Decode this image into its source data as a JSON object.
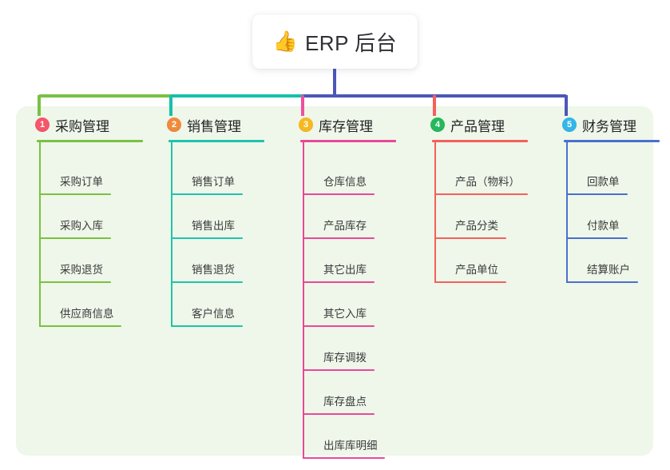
{
  "root": {
    "icon": "thumbs-up-icon",
    "icon_glyph": "👍",
    "title": "ERP 后台",
    "trunk_color": "#4b57b8"
  },
  "panel": {
    "background": "#eef7e9"
  },
  "columns": [
    {
      "number": "1",
      "title": "采购管理",
      "color": "#7ac143",
      "badge_color": "#f4566a",
      "connector_color": "#7ac143",
      "header_rule_width": 133,
      "items": [
        {
          "label": "采购订单",
          "rule_width": 90
        },
        {
          "label": "采购入库",
          "rule_width": 90
        },
        {
          "label": "采购退货",
          "rule_width": 90
        },
        {
          "label": "供应商信息",
          "rule_width": 103
        }
      ]
    },
    {
      "number": "2",
      "title": "销售管理",
      "color": "#1fc3ae",
      "badge_color": "#f08a3c",
      "connector_color": "#15c1ab",
      "header_rule_width": 120,
      "items": [
        {
          "label": "销售订单",
          "rule_width": 90
        },
        {
          "label": "销售出库",
          "rule_width": 90
        },
        {
          "label": "销售退货",
          "rule_width": 90
        },
        {
          "label": "客户信息",
          "rule_width": 90
        }
      ]
    },
    {
      "number": "3",
      "title": "库存管理",
      "color": "#e8489a",
      "badge_color": "#f7b820",
      "connector_color": "#ef4fa0",
      "header_rule_width": 120,
      "items": [
        {
          "label": "仓库信息",
          "rule_width": 90
        },
        {
          "label": "产品库存",
          "rule_width": 90
        },
        {
          "label": "其它出库",
          "rule_width": 90
        },
        {
          "label": "其它入库",
          "rule_width": 90
        },
        {
          "label": "库存调拨",
          "rule_width": 90
        },
        {
          "label": "库存盘点",
          "rule_width": 90
        },
        {
          "label": "出库库明细",
          "rule_width": 103
        }
      ]
    },
    {
      "number": "4",
      "title": "产品管理",
      "color": "#f4605c",
      "badge_color": "#25b85c",
      "connector_color": "#f4605c",
      "header_rule_width": 120,
      "items": [
        {
          "label": "产品（物料）",
          "rule_width": 117
        },
        {
          "label": "产品分类",
          "rule_width": 90
        },
        {
          "label": "产品单位",
          "rule_width": 90
        }
      ]
    },
    {
      "number": "5",
      "title": "财务管理",
      "color": "#4b6fd0",
      "badge_color": "#33b6e8",
      "connector_color": "#4b57b8",
      "header_rule_width": 120,
      "items": [
        {
          "label": "回款单",
          "rule_width": 77
        },
        {
          "label": "付款单",
          "rule_width": 77
        },
        {
          "label": "结算账户",
          "rule_width": 90
        }
      ]
    }
  ]
}
